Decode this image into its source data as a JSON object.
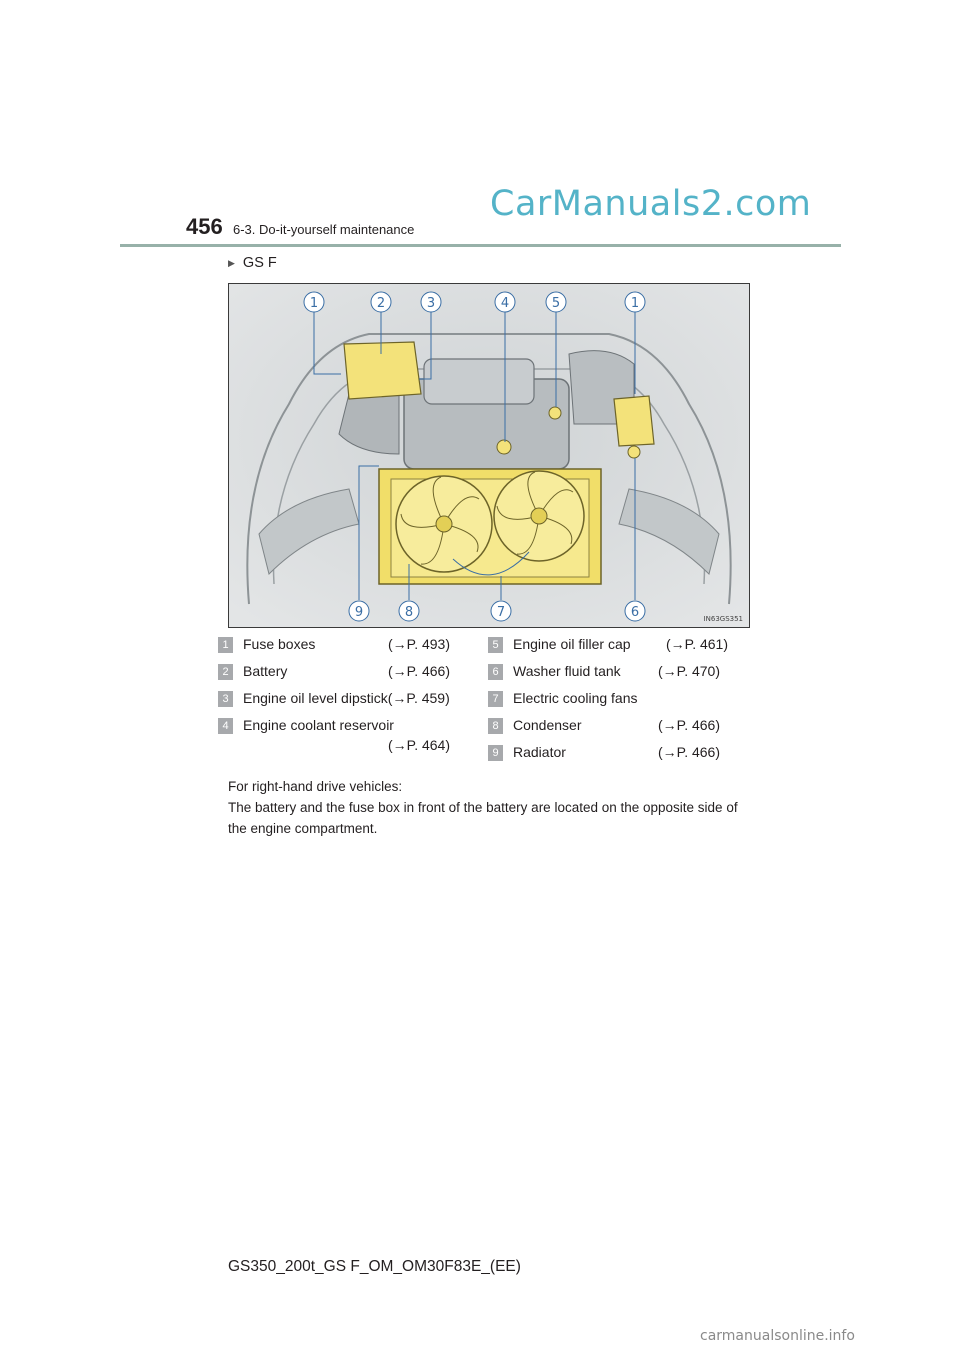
{
  "header": {
    "page_number": "456",
    "section_title": "6-3. Do-it-yourself maintenance",
    "watermark": "CarManuals2.com"
  },
  "variant_label": "GS F",
  "figure": {
    "code": "IN63GS351",
    "callouts_top": [
      "1",
      "2",
      "3",
      "4",
      "5",
      "1"
    ],
    "callouts_bottom": [
      "9",
      "8",
      "7",
      "6"
    ]
  },
  "legend": [
    {
      "num": "1",
      "label": "Fuse boxes",
      "ref": "(→P. 493)"
    },
    {
      "num": "2",
      "label": "Battery",
      "ref": "(→P. 466)"
    },
    {
      "num": "3",
      "label": "Engine oil level dipstick(→P. 459)",
      "ref": ""
    },
    {
      "num": "4",
      "label": "Engine coolant reservoir",
      "ref": "(→P. 464)"
    },
    {
      "num": "5",
      "label": "Engine oil filler cap",
      "ref": "(→P. 461)"
    },
    {
      "num": "6",
      "label": "Washer fluid tank",
      "ref": "(→P. 470)"
    },
    {
      "num": "7",
      "label": "Electric cooling fans",
      "ref": ""
    },
    {
      "num": "8",
      "label": "Condenser",
      "ref": "(→P. 466)"
    },
    {
      "num": "9",
      "label": "Radiator",
      "ref": "(→P. 466)"
    }
  ],
  "note": {
    "line1": "For right-hand drive vehicles:",
    "line2": "The battery and the fuse box in front of the battery are located on the opposite side of the engine compartment."
  },
  "footer": {
    "doc_code": "GS350_200t_GS F_OM_OM30F83E_(EE)",
    "watermark": "carmanualsonline.info"
  }
}
